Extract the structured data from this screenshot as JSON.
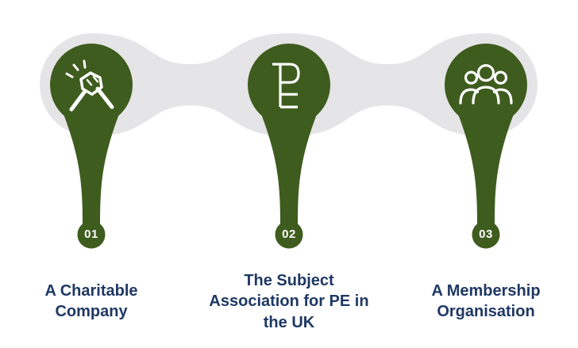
{
  "colors": {
    "green": "#3e5c1e",
    "track": "#e5e4e6",
    "label_text": "#1f3864",
    "icon": "#ffffff"
  },
  "items": [
    {
      "number": "01",
      "icon": "arm-wrestle-handshake-icon",
      "label": "A Charitable Company"
    },
    {
      "number": "02",
      "icon": "pe-monogram-icon",
      "label": "The Subject Association for PE in the UK"
    },
    {
      "number": "03",
      "icon": "people-group-icon",
      "label": "A Membership Organisation"
    }
  ]
}
